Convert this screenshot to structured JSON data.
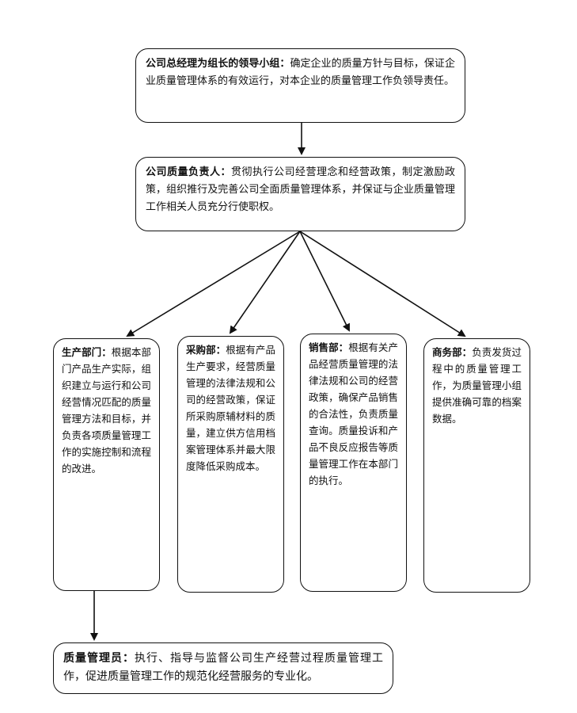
{
  "nodes": {
    "leadership": {
      "title": "公司总经理为组长的领导小组：",
      "text": "确定企业的质量方针与目标，保证企业质量管理体系的有效运行，对本企业的质量管理工作负领导责任。"
    },
    "quality_head": {
      "title": "公司质量负责人：",
      "text": "贯彻执行公司经营理念和经营政策，制定激励政策，组织推行及完善公司全面质量管理体系，并保证与企业质量管理工作相关人员充分行使职权。"
    },
    "production": {
      "title": "生产部门：",
      "text": "根据本部门产品生产实际，组织建立与运行和公司经营情况匹配的质量管理方法和目标，并负责各项质量管理工作的实施控制和流程的改进。"
    },
    "purchasing": {
      "title": "采购部：",
      "text": "根据有产品生产要求，经营质量管理的法律法规和公司的经营政策，保证所采购原辅材料的质量，建立供方信用档案管理体系并最大限度降低采购成本。"
    },
    "sales": {
      "title": "销售部：",
      "text": "根据有关产品经营质量管理的法律法规和公司的经营政策，确保产品销售的合法性，负责质量查询。质量投诉和产品不良反应报告等质量管理工作在本部门的执行。"
    },
    "business": {
      "title": "商务部：",
      "text": "负责发货过程中的质量管理工作，为质量管理小组提供准确可靠的档案数据。"
    },
    "quality_officer": {
      "title": "质量管理员：",
      "text": "执行、指导与监督公司生产经营过程质量管理工作，促进质量管理工作的规范化经营服务的专业化。"
    }
  }
}
